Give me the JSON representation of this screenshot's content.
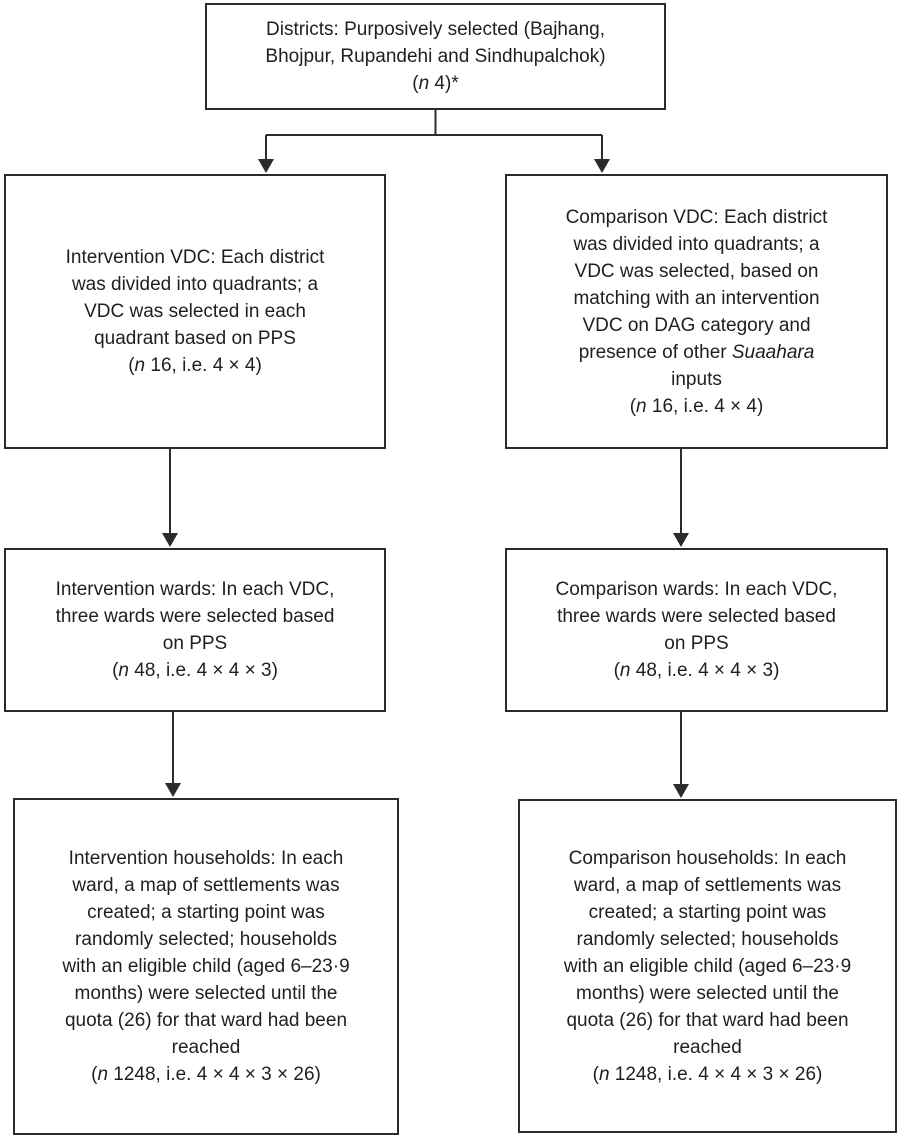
{
  "figure": {
    "background_color": "#ffffff",
    "ink_color": "#2b2b2b",
    "text_color": "#1f1f1f",
    "type": "sampling-flow-diagram"
  },
  "nodes": {
    "districts": {
      "body": "Districts: Purposively selected (Bajhang, Bhojpur, Rupandehi and Sindhupalchok)",
      "stat_open": "(",
      "stat_n": "n",
      "stat_rest": " 4)*"
    },
    "intervention_vdc": {
      "body": "Intervention VDC: Each district was divided into quadrants; a VDC was selected in each quadrant based on PPS",
      "stat_open": "(",
      "stat_n": "n",
      "stat_rest": " 16, i.e. 4 × 4)"
    },
    "comparison_vdc": {
      "body_1": "Comparison VDC: Each district was divided into quadrants; a VDC was selected, based on matching with an intervention VDC on DAG category and presence of other ",
      "body_italic": "Suaahara",
      "body_2": " inputs",
      "stat_open": "(",
      "stat_n": "n",
      "stat_rest": " 16, i.e. 4 × 4)"
    },
    "intervention_wards": {
      "body": "Intervention wards: In each VDC, three wards were selected based on PPS",
      "stat_open": "(",
      "stat_n": "n",
      "stat_rest": " 48, i.e. 4 × 4 × 3)"
    },
    "comparison_wards": {
      "body": "Comparison wards: In each VDC, three wards were selected based on PPS",
      "stat_open": "(",
      "stat_n": "n",
      "stat_rest": " 48, i.e. 4 × 4 × 3)"
    },
    "intervention_households": {
      "body": "Intervention households: In each ward, a map of settlements was created; a starting point was randomly selected; households with an eligible child (aged 6–23·9 months) were selected until the quota (26) for that ward had been reached",
      "stat_open": "(",
      "stat_n": "n",
      "stat_rest": " 1248, i.e. 4 × 4 × 3 × 26)"
    },
    "comparison_households": {
      "body": "Comparison households: In each ward, a map of settlements was created; a starting point was randomly selected; households with an eligible child (aged 6–23·9 months) were selected until the quota (26) for that ward had been reached",
      "stat_open": "(",
      "stat_n": "n",
      "stat_rest": " 1248, i.e. 4 × 4 × 3 × 26)"
    }
  }
}
